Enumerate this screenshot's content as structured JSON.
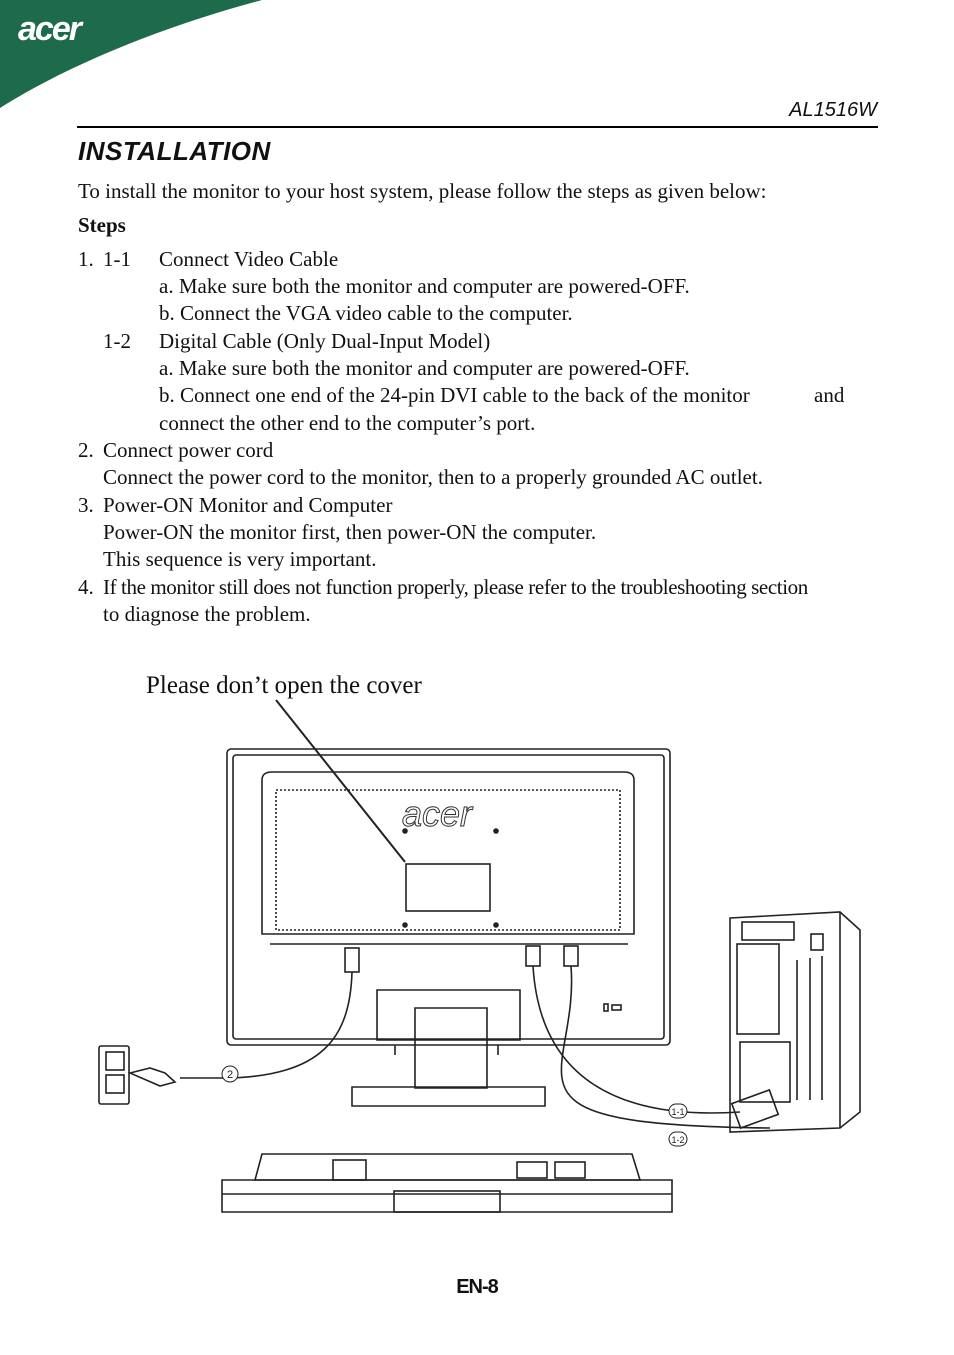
{
  "header": {
    "logo_text": "acer",
    "model": "AL1516W"
  },
  "title": "INSTALLATION",
  "intro": "To install the monitor to your host system, please follow the steps as given below:",
  "steps_heading": "Steps",
  "steps": {
    "s1_num": "1.",
    "s1_1_code": "1-1",
    "s1_1_title": "Connect Video Cable",
    "s1_1_a": "a. Make sure both the monitor and computer are powered-OFF.",
    "s1_1_b": "b. Connect the VGA video cable to the computer.",
    "s1_2_code": "1-2",
    "s1_2_title": "Digital Cable (Only Dual-Input Model)",
    "s1_2_a": "a. Make sure both the monitor and computer are powered-OFF.",
    "s1_2_b": "b. Connect one end of the 24-pin DVI cable to the back of the monitor",
    "s1_2_b_and": "and",
    "s1_2_c": "connect the other end to the computer’s port.",
    "s2_num": "2.",
    "s2_title": "Connect power cord",
    "s2_text": "Connect the power cord to the monitor, then to a properly grounded AC outlet.",
    "s3_num": "3.",
    "s3_title": "Power-ON Monitor and Computer",
    "s3_text1": "Power-ON the monitor first, then power-ON the computer.",
    "s3_text2": "This sequence is very important.",
    "s4_num": "4.",
    "s4_text1": "If the monitor still does not function properly, please refer to the troubleshooting section",
    "s4_text2": "to diagnose the problem."
  },
  "figure": {
    "note": "Please don’t open the cover",
    "monitor_logo": "acer",
    "callouts": {
      "power": "2",
      "vga": "1-1",
      "dvi": "1-2"
    }
  },
  "footer": {
    "page": "EN-8"
  }
}
